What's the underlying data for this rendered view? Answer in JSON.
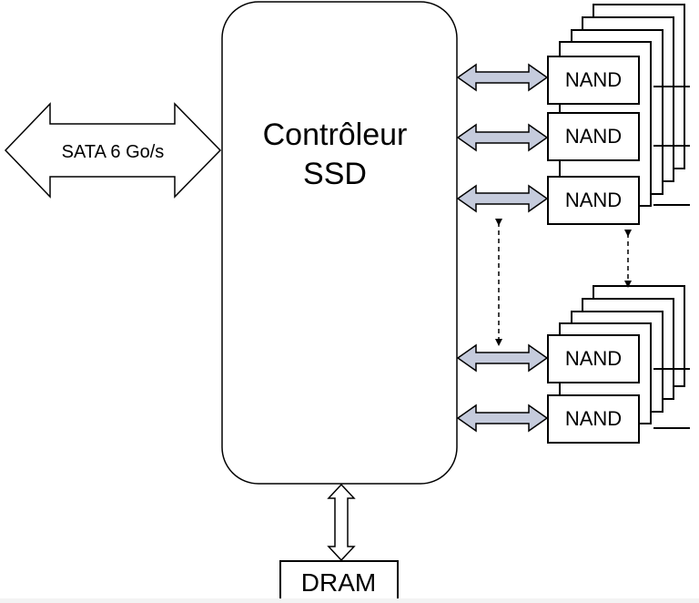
{
  "interface": {
    "label": "SATA 6 Go/s"
  },
  "controller": {
    "line1": "Contrôleur",
    "line2": "SSD"
  },
  "nand_label": "NAND",
  "dram": {
    "label": "DRAM"
  },
  "colors": {
    "arrow_fill": "#c5cbdc",
    "stroke": "#000000",
    "background": "#ffffff"
  }
}
